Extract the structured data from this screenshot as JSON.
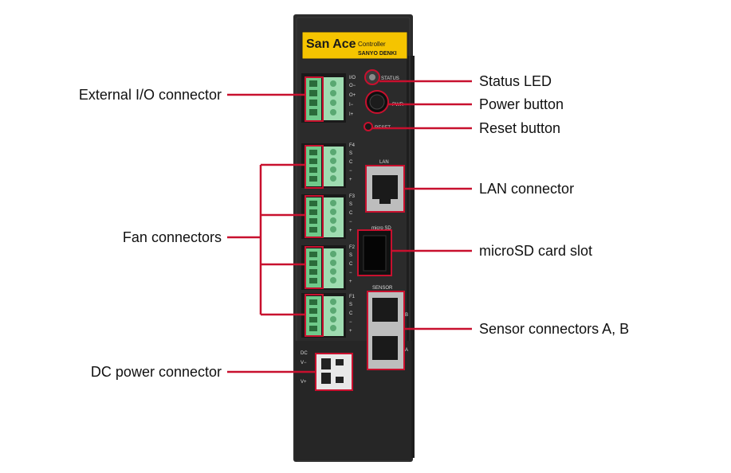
{
  "device": {
    "brand": "San Ace",
    "product": "Controller",
    "maker": "SANYO DENKI",
    "io_header": "I/O",
    "io_pins": [
      "O−",
      "O+",
      "I−",
      "I+"
    ],
    "fan_headers": [
      "F4",
      "F3",
      "F2",
      "F1"
    ],
    "fan_pins": [
      "S",
      "C",
      "−",
      "+"
    ],
    "status_text": "STATUS",
    "pwr_text": "PWR",
    "reset_text": "RESET",
    "lan_text": "LAN",
    "sd_text": "micro SD",
    "sensor_text": "SENSOR",
    "sensor_pins": [
      "B",
      "A"
    ],
    "dc_header": "DC",
    "dc_pins": [
      "V−",
      "V+"
    ]
  },
  "callouts": {
    "external_io": "External I/O connector",
    "fan": "Fan connectors",
    "dc_power": "DC power connector",
    "status_led": "Status LED",
    "power_button": "Power button",
    "reset_button": "Reset button",
    "lan": "LAN connector",
    "microsd": "microSD card slot",
    "sensor": "Sensor connectors A, B"
  },
  "colors": {
    "leader_line": "#c8102e",
    "device_body": "#2b2b2b",
    "label_plate": "#f5c400",
    "terminal_green": "#6fc98a"
  }
}
